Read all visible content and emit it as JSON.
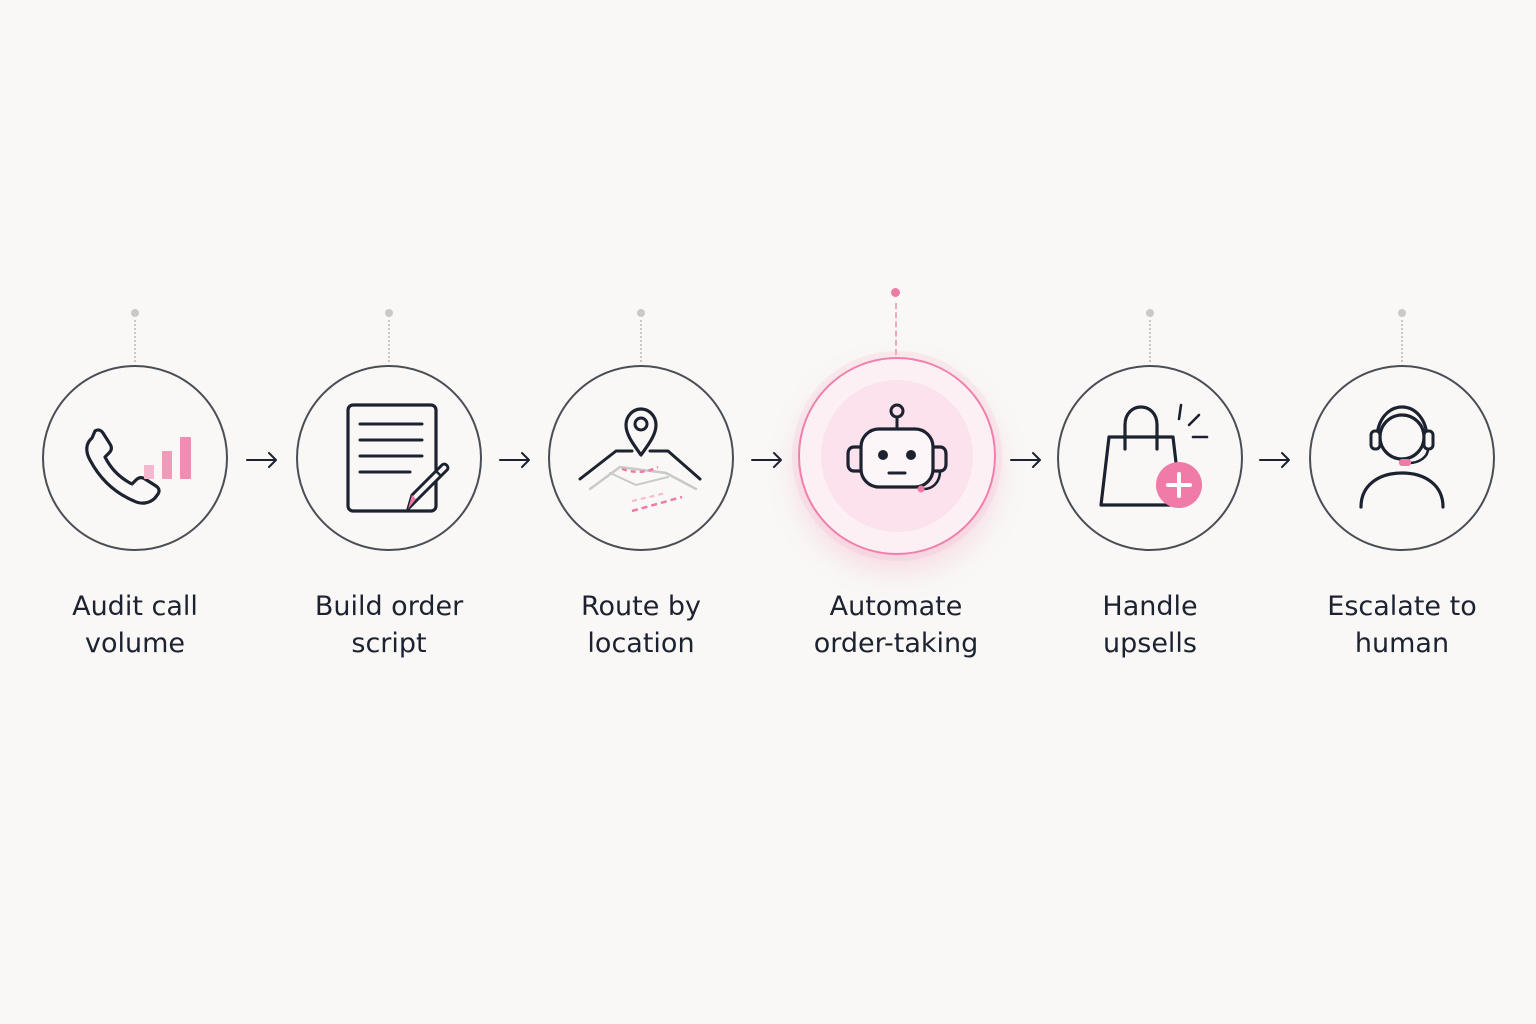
{
  "colors": {
    "accent": "#ef7aa7",
    "accent_light": "#f6b8cf",
    "stroke": "#1d2230",
    "outline": "#4a4d55",
    "background": "#f9f8f6"
  },
  "steps": [
    {
      "line1": "Audit call",
      "line2": "volume",
      "icon": "phone-signal-icon",
      "active": false
    },
    {
      "line1": "Build order",
      "line2": "script",
      "icon": "document-pencil-icon",
      "active": false
    },
    {
      "line1": "Route by",
      "line2": "location",
      "icon": "map-pin-icon",
      "active": false
    },
    {
      "line1": "Automate",
      "line2": "order-taking",
      "icon": "robot-icon",
      "active": true
    },
    {
      "line1": "Handle",
      "line2": "upsells",
      "icon": "shopping-bag-plus-icon",
      "active": false
    },
    {
      "line1": "Escalate to",
      "line2": "human",
      "icon": "headset-agent-icon",
      "active": false
    }
  ],
  "arrows": [
    {
      "icon": "arrow-right-icon"
    },
    {
      "icon": "arrow-right-icon"
    },
    {
      "icon": "arrow-right-icon"
    },
    {
      "icon": "arrow-right-icon"
    },
    {
      "icon": "arrow-right-icon"
    }
  ]
}
